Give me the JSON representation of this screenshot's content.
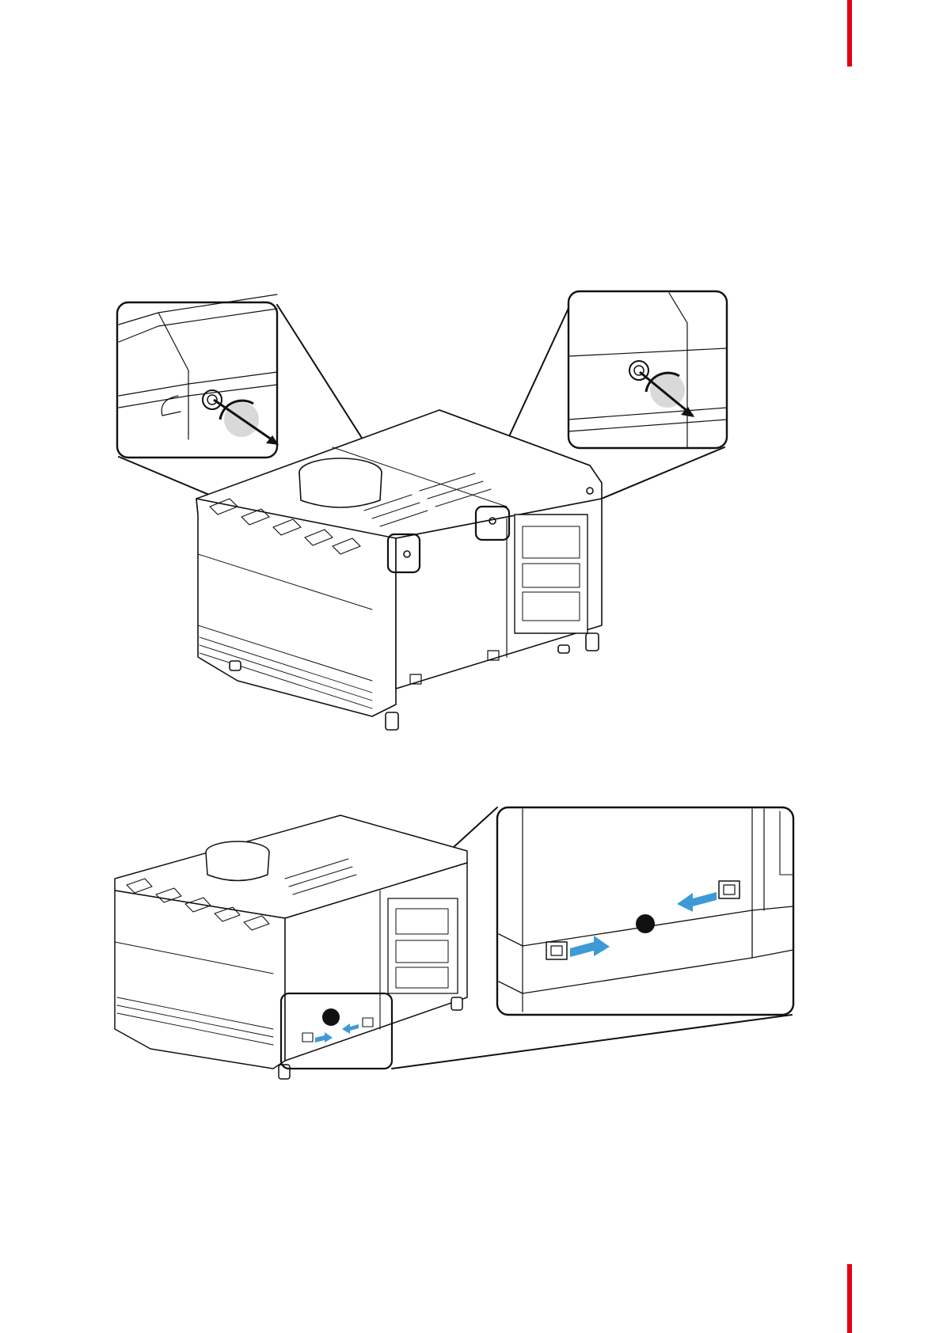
{
  "page": {
    "accent_color": "#e3000f",
    "arrow_color": "#3d9ad6",
    "line_color": "#111111"
  },
  "figures": [
    {
      "id": "figure-top",
      "icons": [
        "projector-housing",
        "zoom-callout-left",
        "zoom-callout-right",
        "rotate-screw-icon"
      ]
    },
    {
      "id": "figure-bottom",
      "icons": [
        "projector-housing",
        "zoom-callout",
        "slide-arrow-icon",
        "marker-dot"
      ]
    }
  ]
}
